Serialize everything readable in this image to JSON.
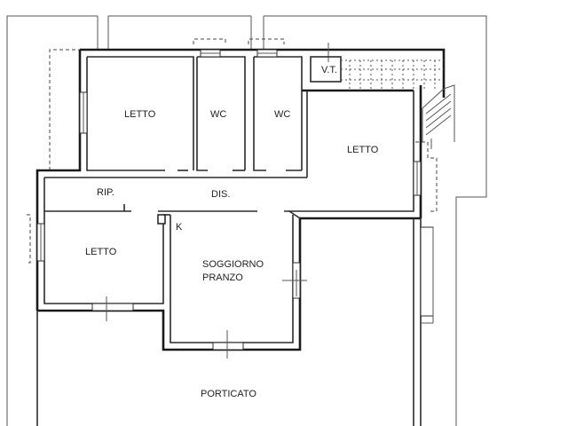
{
  "rooms": {
    "letto_1": "LETTO",
    "wc_1": "WC",
    "wc_2": "WC",
    "letto_2": "LETTO",
    "rip": "RIP.",
    "dis": "DIS.",
    "letto_3": "LETTO",
    "k": "K",
    "soggiorno_line1": "SOGGIORNO",
    "soggiorno_line2": "PRANZO",
    "porticato": "PORTICATO",
    "vt": "V.T."
  },
  "colors": {
    "wall": "#2b2b2b",
    "background": "#ffffff"
  }
}
